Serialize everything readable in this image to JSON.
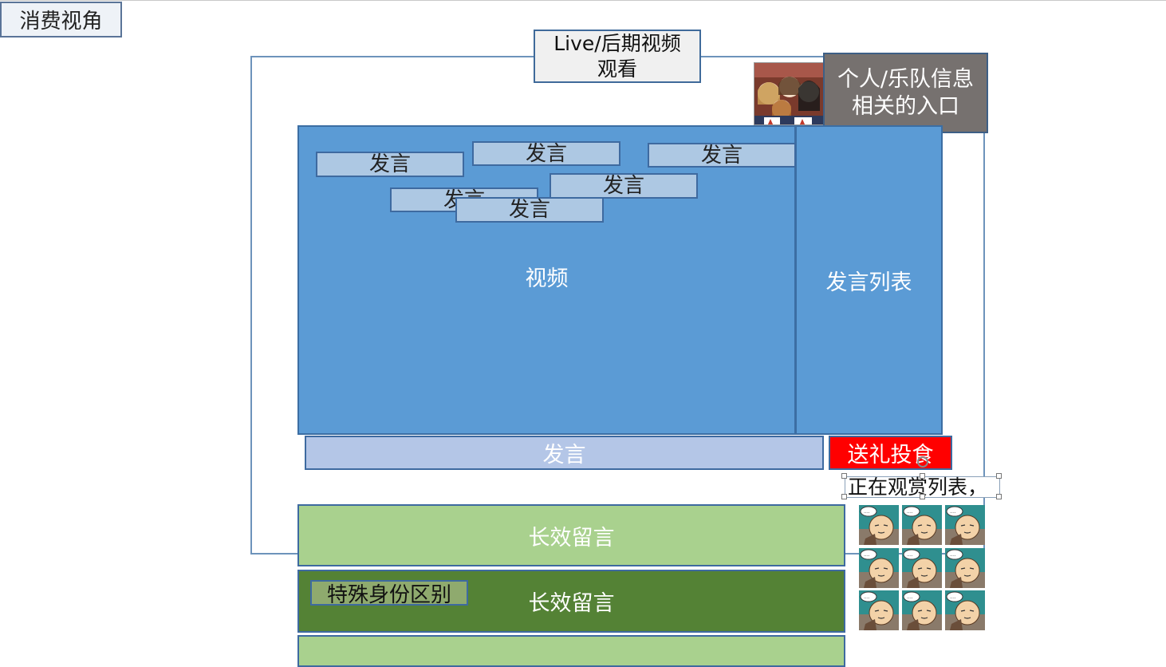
{
  "page": {
    "title": "消费视角"
  },
  "live_box": {
    "line1": "Live/后期视频",
    "line2": "观看"
  },
  "info_box": {
    "line1": "个人/乐队信息",
    "line2": "相关的入口"
  },
  "video": {
    "label": "视频"
  },
  "side_list": {
    "label": "发言列表"
  },
  "danmaku": [
    {
      "text": "发言"
    },
    {
      "text": "发言"
    },
    {
      "text": "发言"
    },
    {
      "text": "发言"
    },
    {
      "text": "发言"
    },
    {
      "text": "发言"
    }
  ],
  "input_bar": {
    "label": "发言"
  },
  "gift_button": {
    "label": "送礼投食",
    "color": "#ff0000"
  },
  "viewers": {
    "label": "正在观赏列表，"
  },
  "messages": [
    {
      "label": "长效留言"
    },
    {
      "label": "长效留言",
      "tag": "特殊身份区别"
    }
  ],
  "colors": {
    "video_blue": "#5b9bd5",
    "danmu_fill": "#adc8e3",
    "message_light_green": "#a9d18e",
    "message_dark_green": "#548235",
    "info_gray": "#76716f"
  }
}
